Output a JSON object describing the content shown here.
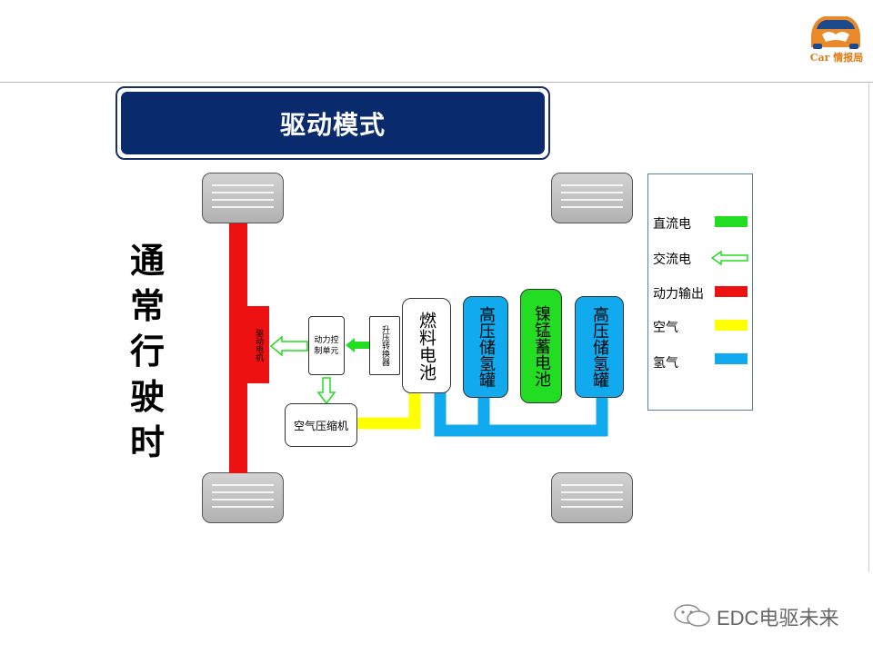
{
  "brand": {
    "logo_text": "Car 情报局",
    "watermark": "EDC电驱未来"
  },
  "title": "驱动模式",
  "side_title": "通常行驶时",
  "components": {
    "motor": "驱动电机",
    "controller": "动力控制单元",
    "boost": "升压转换器",
    "fuel_cell": "燃料电池",
    "h2_tank_left": "高压储氢罐",
    "battery": "镍锰蓄电池",
    "h2_tank_right": "高压储氢罐",
    "compressor": "空气压缩机"
  },
  "legend": [
    {
      "label": "直流电",
      "color": "#22dd22",
      "style": "solid"
    },
    {
      "label": "交流电",
      "color": "#22dd22",
      "style": "hollow-arrow"
    },
    {
      "label": "动力输出",
      "color": "#ee1111",
      "style": "solid"
    },
    {
      "label": "空气",
      "color": "#ffff00",
      "style": "solid"
    },
    {
      "label": "氢气",
      "color": "#11aaee",
      "style": "solid"
    }
  ],
  "colors": {
    "title_bg": "#0a2a6e",
    "power_output": "#ee1111",
    "dc": "#22dd22",
    "ac": "#22dd22",
    "air": "#ffff00",
    "hydrogen": "#11aaee"
  }
}
